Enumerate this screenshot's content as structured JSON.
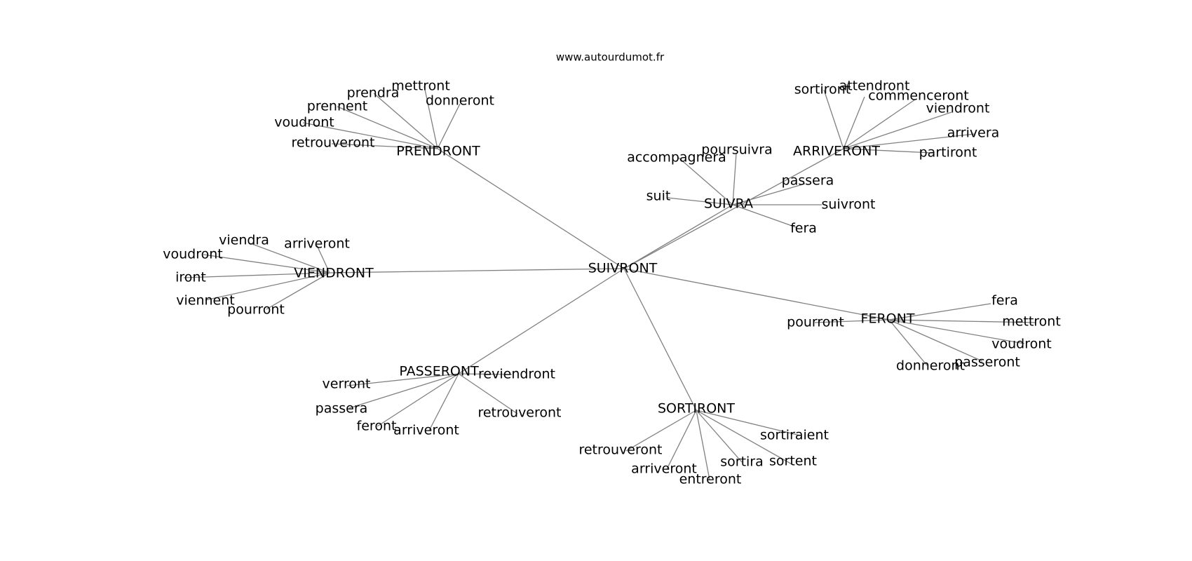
{
  "source": "www.autourdumot.fr",
  "center": "SUIVRONT",
  "clusters": [
    {
      "hub": "PRENDRONT",
      "words": [
        "mettront",
        "prendra",
        "donneront",
        "prennent",
        "voudront",
        "retrouveront"
      ]
    },
    {
      "hub": "SUIVRA",
      "words": [
        "poursuivra",
        "accompagnera",
        "suit",
        "passera",
        "suivront",
        "fera"
      ]
    },
    {
      "hub": "ARRIVERONT",
      "words": [
        "sortiront",
        "attendront",
        "commenceront",
        "viendront",
        "arrivera",
        "partiront"
      ]
    },
    {
      "hub": "VIENDRONT",
      "words": [
        "viendra",
        "arriveront",
        "voudront",
        "iront",
        "viennent",
        "pourront"
      ]
    },
    {
      "hub": "FERONT",
      "words": [
        "fera",
        "mettront",
        "pourront",
        "voudront",
        "passeront",
        "donneront"
      ]
    },
    {
      "hub": "PASSERONT",
      "words": [
        "reviendront",
        "verront",
        "passera",
        "retrouveront",
        "feront",
        "arriveront"
      ]
    },
    {
      "hub": "SORTIRONT",
      "words": [
        "sortiraient",
        "retrouveront",
        "sortira",
        "sortent",
        "arriveront",
        "entreront"
      ]
    }
  ]
}
